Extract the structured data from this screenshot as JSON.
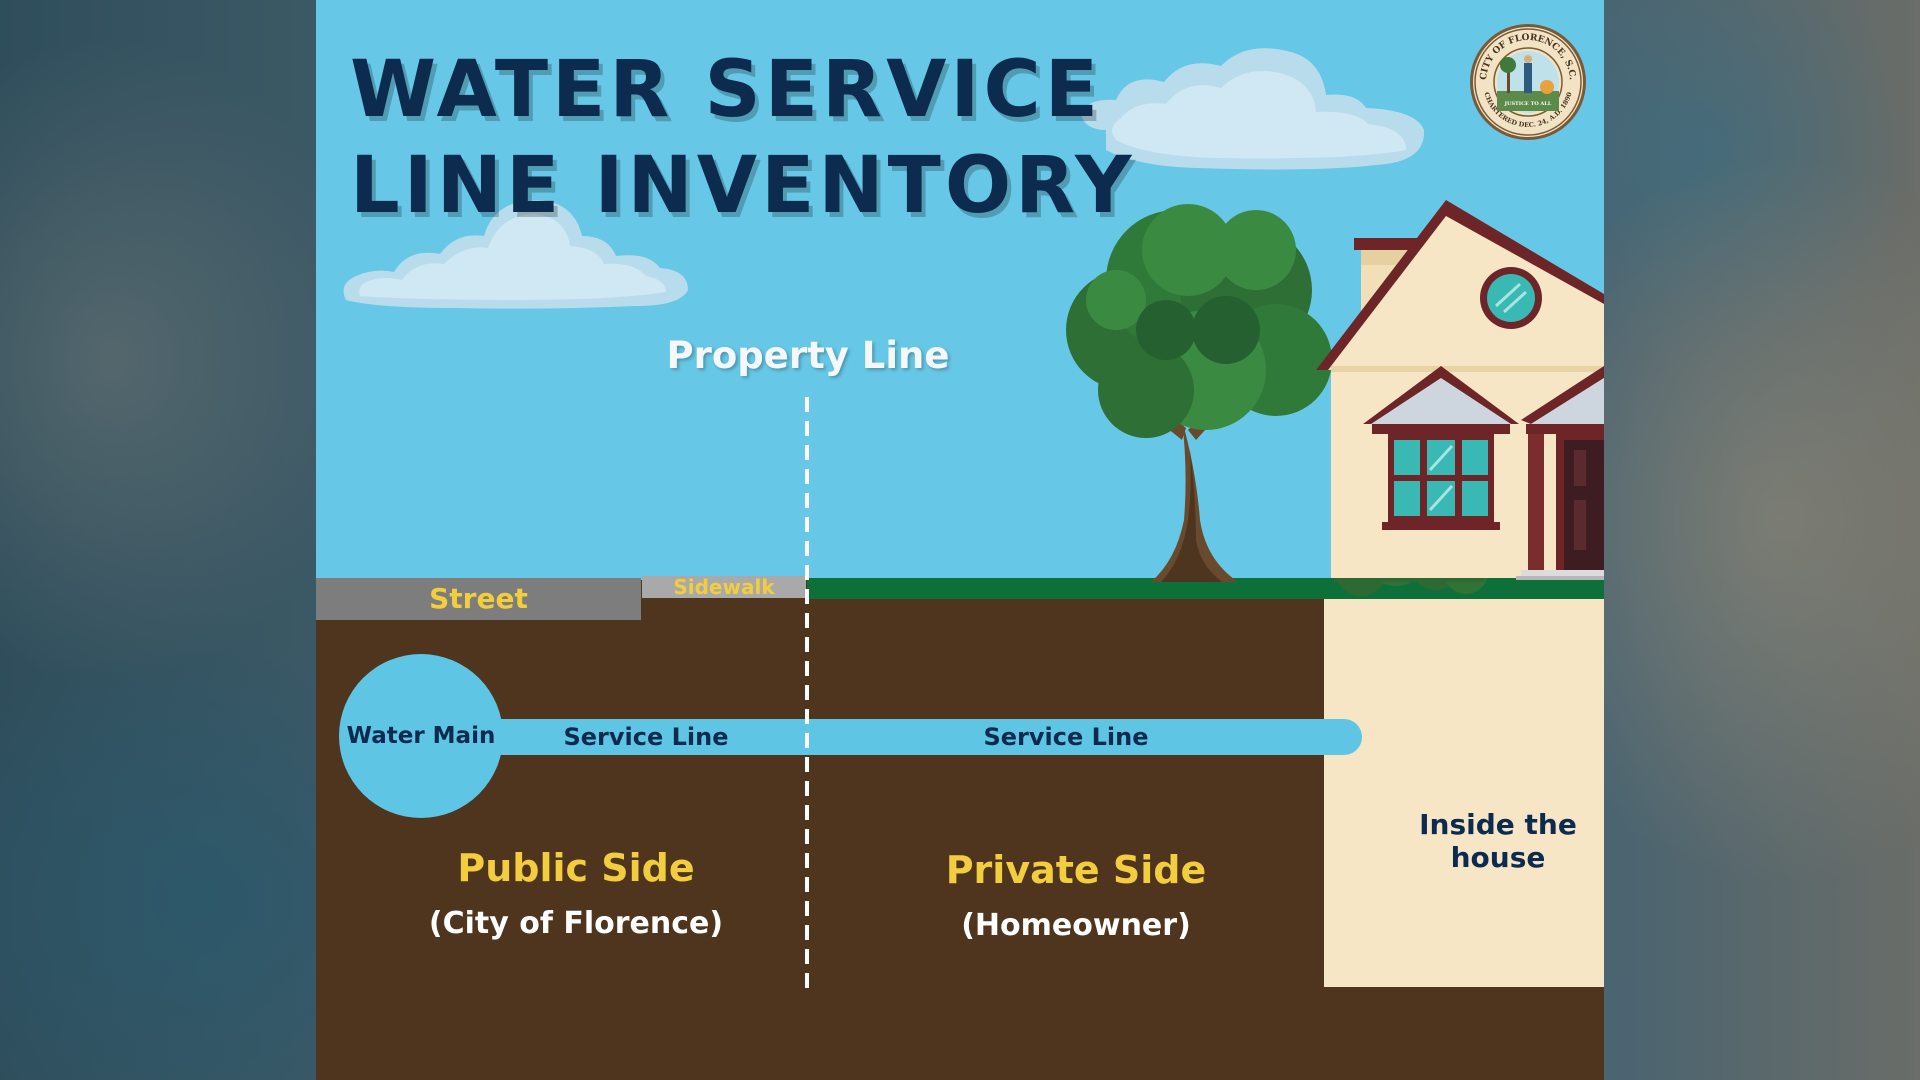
{
  "title": {
    "line1": "WATER SERVICE",
    "line2": "LINE INVENTORY"
  },
  "seal": {
    "icon": "city-of-florence-seal-icon",
    "lettering_top": "CITY OF FLORENCE, S.C.",
    "lettering_bottom": "CHARTERED DEC. 24, A.D. 1890",
    "motto": "JUSTICE TO ALL"
  },
  "labels": {
    "property_line": "Property Line",
    "street": "Street",
    "sidewalk": "Sidewalk",
    "water_main": "Water Main",
    "service_line_public": "Service Line",
    "service_line_private": "Service Line",
    "public_side": "Public Side",
    "public_side_sub": "(City of Florence)",
    "private_side": "Private Side",
    "private_side_sub": "(Homeowner)",
    "inside_house": "Inside the house"
  },
  "icons": [
    "cloud-icon",
    "tree-icon",
    "house-icon",
    "bush-icon"
  ],
  "colors": {
    "sky": "#66c8e6",
    "soil": "#4f341e",
    "grass": "#0d7038",
    "street": "#7d7d7d",
    "sidewalk": "#a9a9a9",
    "pipe": "#5ec5e4",
    "house_interior": "#f6e6c6",
    "title": "#0d2a4f",
    "accent_yellow": "#f2cd3e"
  }
}
